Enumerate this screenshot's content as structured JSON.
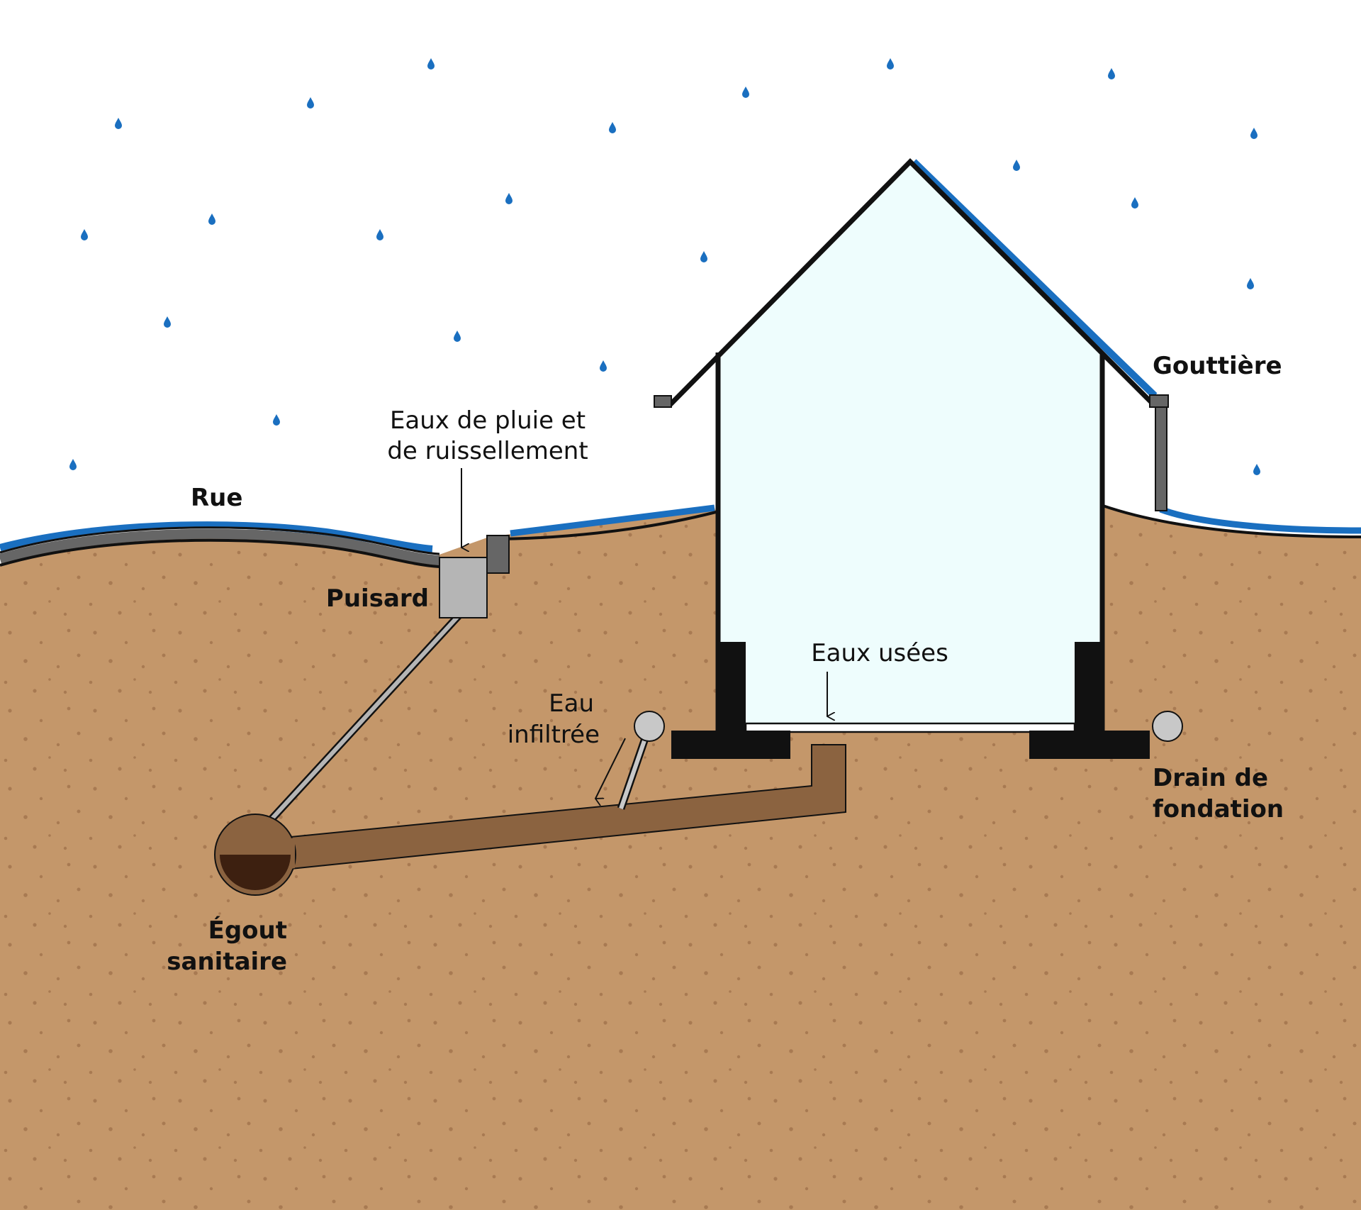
{
  "labels": {
    "rue": "Rue",
    "gouttiere": "Gouttière",
    "eaux_pluie_line1": "Eaux de pluie et",
    "eaux_pluie_line2": "de ruissellement",
    "puisard": "Puisard",
    "eaux_usees": "Eaux usées",
    "eau_infiltree_line1": "Eau",
    "eau_infiltree_line2": "infiltrée",
    "drain_line1": "Drain de",
    "drain_line2": "fondation",
    "egout_line1": "Égout",
    "egout_line2": "sanitaire"
  },
  "colors": {
    "soil": "#c4976a",
    "soil_speckle": "#a87a52",
    "water": "#1a6fc0",
    "house_interior": "#eefdfd",
    "sewer_pipe": "#8b6340",
    "sewer_water": "#3d2010",
    "road": "#666666",
    "catch_basin": "#b5b5b5",
    "drain": "#c8c8c8",
    "outline": "#111111"
  },
  "icons": [
    "raindrop-icon"
  ]
}
